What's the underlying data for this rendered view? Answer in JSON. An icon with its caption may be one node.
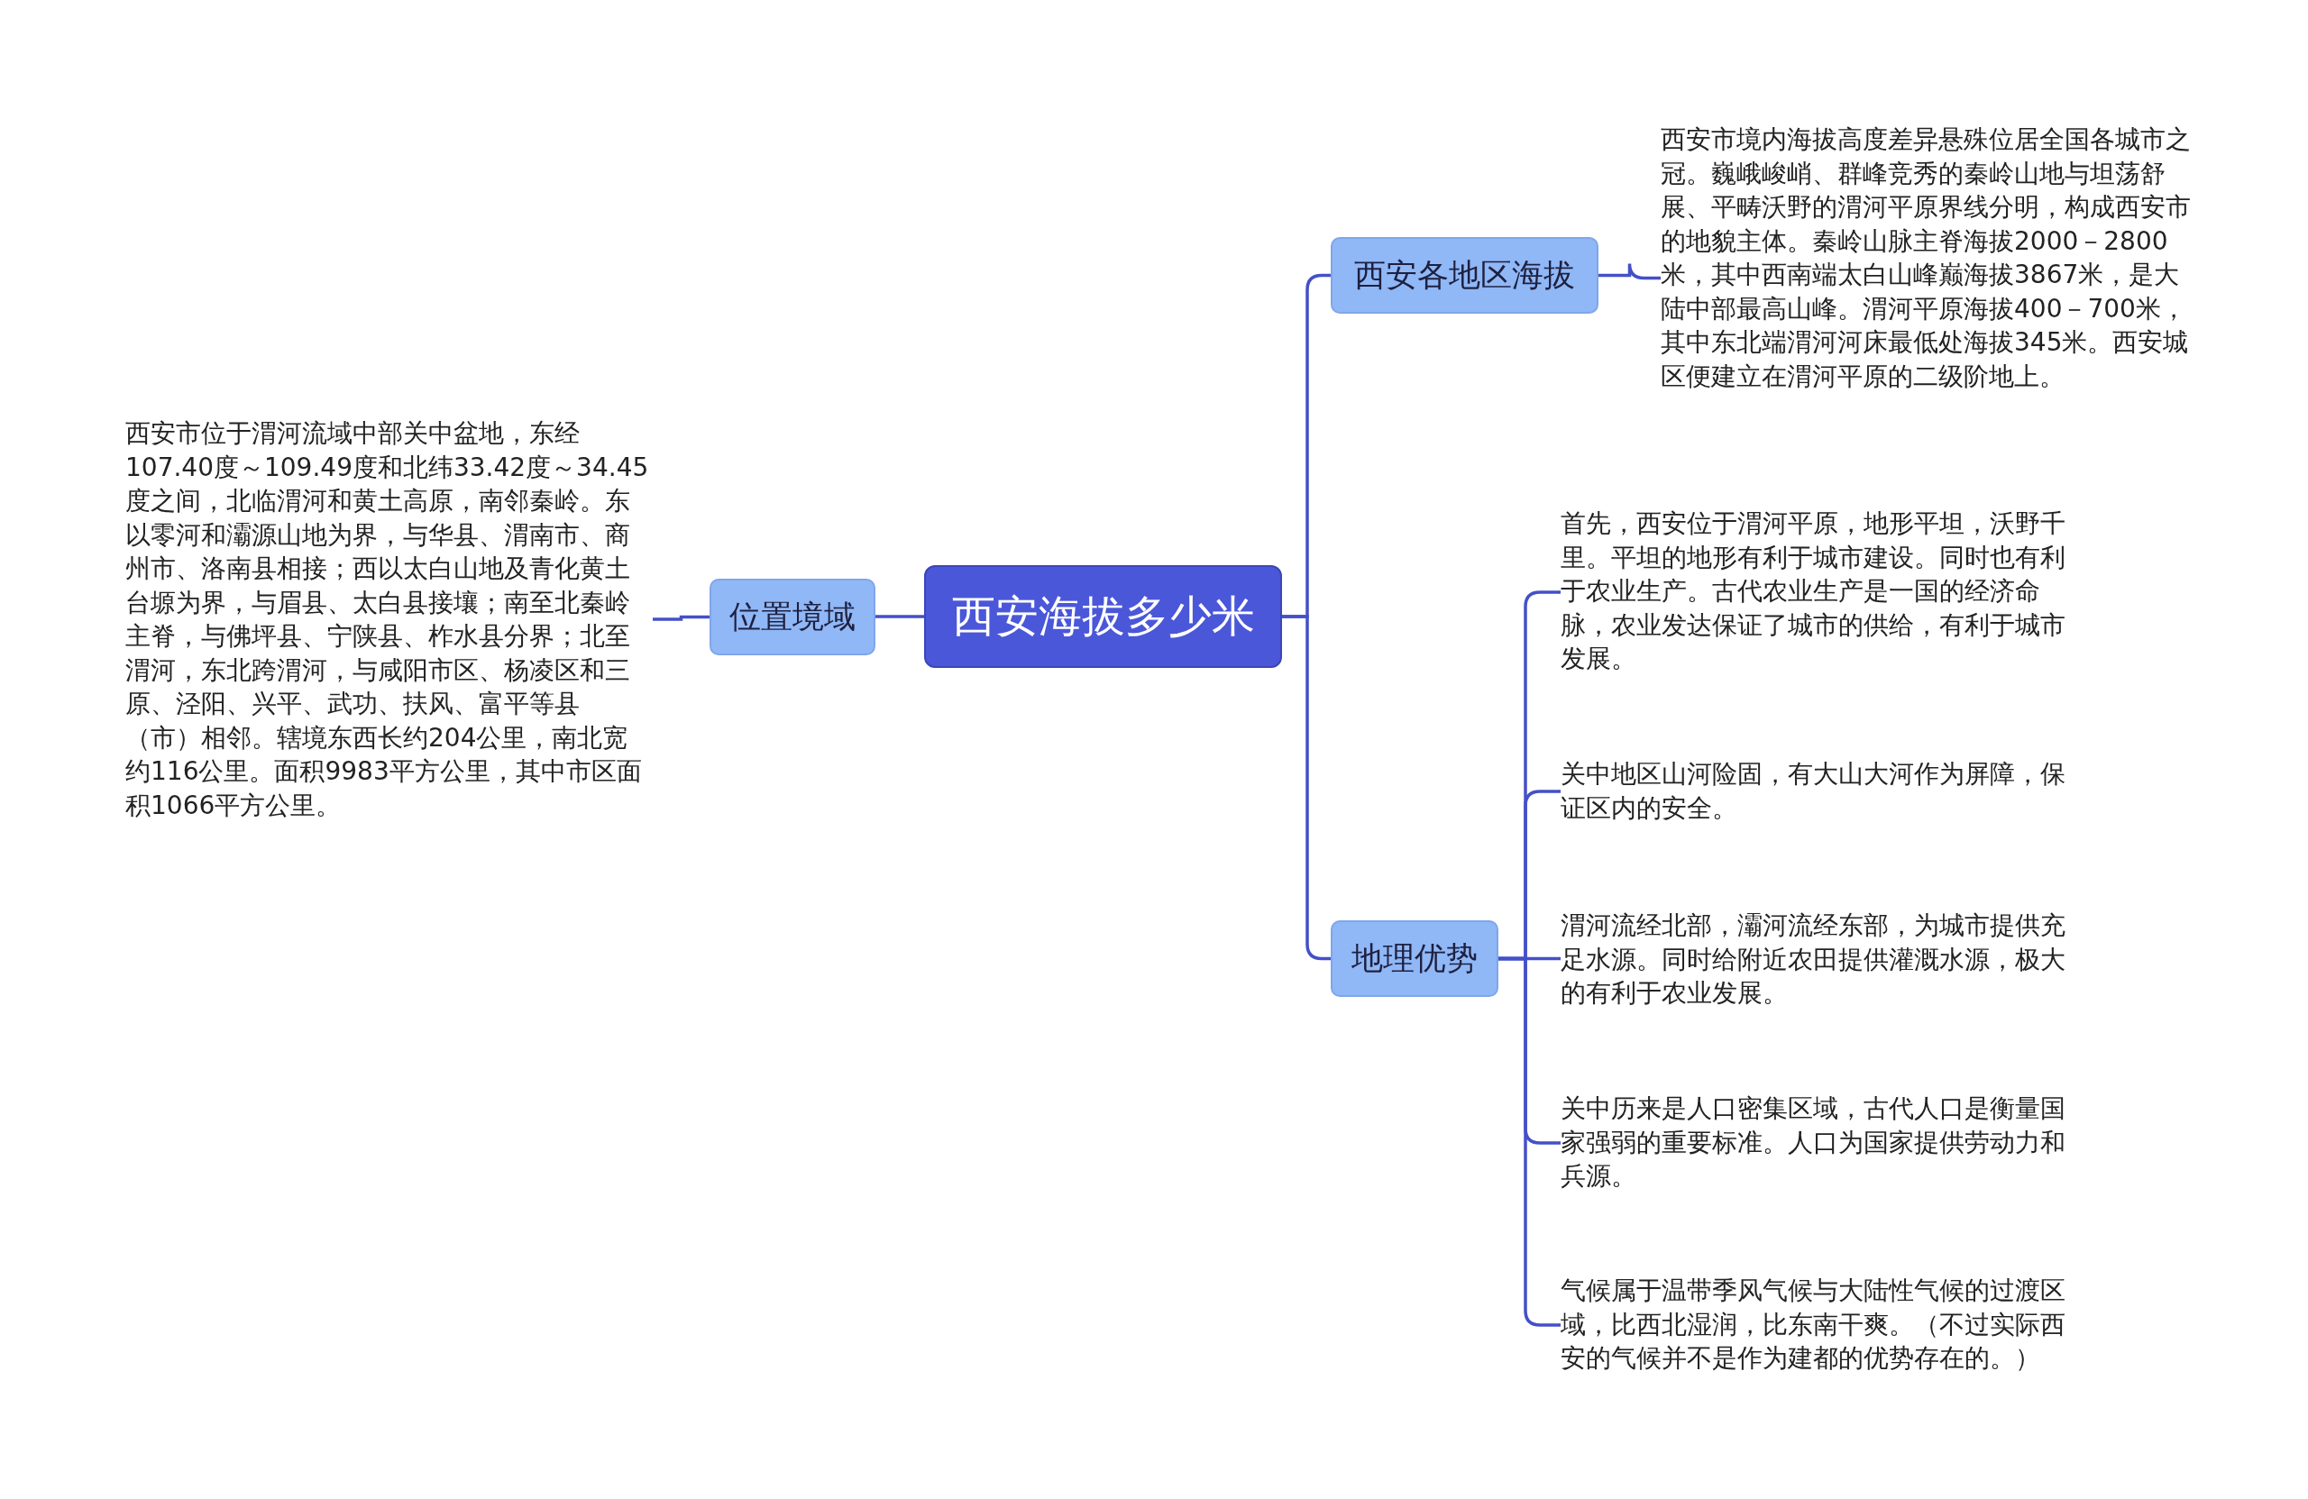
{
  "diagram": {
    "nodes": [
      {
        "text": [
          "西安海拔多少米"
        ]
      },
      {
        "text": [
          "位置境域"
        ]
      },
      {
        "text": [
          "西安市位于渭河流域中部关中盆地，东经107.40度～109.49度和北纬33.42度～34.45度之间，北临渭河和黄土高原，南邻秦岭。东以零河和灞源山地为界，与华县、渭南市、商州市、洛南县相接；西以太白山地及青化黄土台塬为界，与眉县、太白县接壤；南至北秦岭主脊，与佛坪县、宁陕县、柞水县分界；北至渭河，东北跨渭河，与咸阳市区、杨凌区和三原、泾阳、兴平、武功、扶风、富平等县（市）相邻。辖境东西长约204公里，南北宽约116公里。面积9983平方公里，其中市区面积1066平方公里。"
        ]
      },
      {
        "text": [
          "西安各地区海拔"
        ]
      },
      {
        "text": [
          "西安市境内海拔高度差异悬殊位居全国各城市之冠。巍峨峻峭、群峰竞秀的秦岭山地与坦荡舒展、平畴沃野的渭河平原界线分明，构成西安市的地貌主体。秦岭山脉主脊海拔2000－2800米，其中西南端太白山峰巅海拔3867米，是大陆中部最高山峰。渭河平原海拔400－700米，其中东北端渭河河床最低处海拔345米。西安城区便建立在渭河平原的二级阶地上。"
        ]
      },
      {
        "text": [
          "地理优势"
        ]
      },
      {
        "text": [
          "首先，西安位于渭河平原，地形平坦，沃野千里。平坦的地形有利于城市建设。同时也有利于农业生产。古代农业生产是一国的经济命脉，农业发达保证了城市的供给，有利于城市发展。"
        ]
      },
      {
        "text": [
          "关中地区山河险固，有大山大河作为屏障，保证区内的安全。"
        ]
      },
      {
        "text": [
          "渭河流经北部，灞河流经东部，为城市提供充足水源。同时给附近农田提供灌溉水源，极大的有利于农业发展。"
        ]
      },
      {
        "text": [
          "关中历来是人口密集区域，古代人口是衡量国家强弱的重要标准。人口为国家提供劳动力和兵源。"
        ]
      },
      {
        "text": [
          "气候属于温带季风气候与大陆性气候的过渡区域，比西北湿润，比东南干爽。（不过实际西安的气候并不是作为建都的优势存在的。）"
        ]
      }
    ],
    "edges": [
      {
        "from": 0,
        "to": 1,
        "arrow": "none"
      },
      {
        "from": 1,
        "to": 2,
        "arrow": "none"
      },
      {
        "from": 0,
        "to": 3,
        "arrow": "none"
      },
      {
        "from": 3,
        "to": 4,
        "arrow": "none"
      },
      {
        "from": 0,
        "to": 5,
        "arrow": "none"
      },
      {
        "from": 5,
        "to": 6,
        "arrow": "none"
      },
      {
        "from": 5,
        "to": 7,
        "arrow": "none"
      },
      {
        "from": 5,
        "to": 8,
        "arrow": "none"
      },
      {
        "from": 5,
        "to": 9,
        "arrow": "none"
      },
      {
        "from": 5,
        "to": 10,
        "arrow": "none"
      }
    ]
  }
}
